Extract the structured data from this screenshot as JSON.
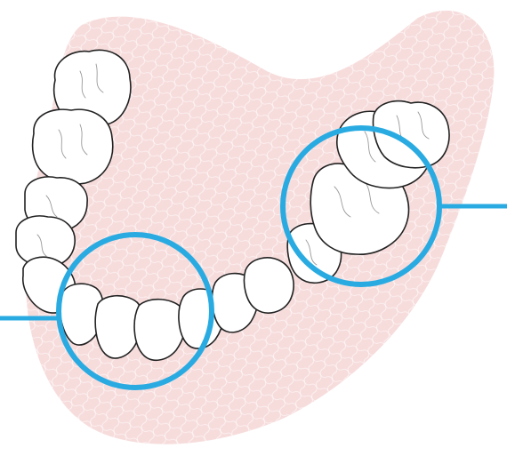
{
  "colors": {
    "gum": "#f7dcdc",
    "gum_texture": "#ffffff",
    "tooth_fill": "#ffffff",
    "tooth_outline": "#222222",
    "callout": "#29abe2"
  },
  "callouts": [
    {
      "id": "crowded-front-teeth",
      "icon": "circle-highlight"
    },
    {
      "id": "rotated-premolar",
      "icon": "circle-highlight"
    }
  ]
}
